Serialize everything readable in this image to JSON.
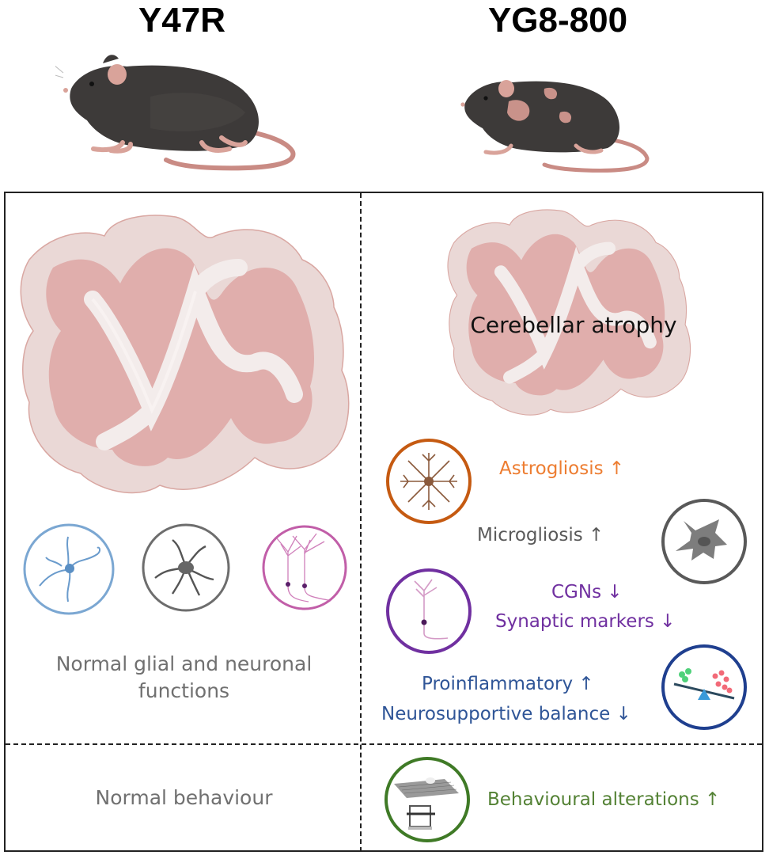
{
  "columns": {
    "left": {
      "title": "Y47R"
    },
    "right": {
      "title": "YG8-800"
    }
  },
  "left_panel": {
    "cell_icons": [
      {
        "name": "astrocyte",
        "color": "#7ba7d2"
      },
      {
        "name": "microglia",
        "color": "#6d6d6d"
      },
      {
        "name": "neurons",
        "color": "#c15ea8"
      }
    ],
    "functions_text_line1": "Normal glial and neuronal",
    "functions_text_line2": "functions",
    "behaviour_text": "Normal behaviour"
  },
  "right_panel": {
    "cerebellum_label": "Cerebellar atrophy",
    "findings": [
      {
        "id": "astrogliosis",
        "text": "Astrogliosis ↑",
        "color": "#ed7d31",
        "icon": "astrocyte",
        "ring": "#c55a11"
      },
      {
        "id": "microgliosis",
        "text": "Microgliosis ↑",
        "color": "#595959",
        "icon": "microglia",
        "ring": "#595959"
      },
      {
        "id": "cgns",
        "text": "CGNs ↓",
        "color": "#7030a0",
        "icon": "neuron",
        "ring": "#7030a0"
      },
      {
        "id": "synaptic",
        "text": "Synaptic markers ↓",
        "color": "#7030a0"
      },
      {
        "id": "proinflammatory",
        "text": "Proinflammatory ↑",
        "color": "#2f5597",
        "icon": "balance-scale",
        "ring": "#1f3f8f"
      },
      {
        "id": "neurosupportive",
        "text": "Neurosupportive balance ↓",
        "color": "#2f5597"
      },
      {
        "id": "behaviour",
        "text": "Behavioural alterations ↑",
        "color": "#548235",
        "icon": "behaviour-apparatus",
        "ring": "#3f7a26"
      }
    ]
  },
  "colors": {
    "cerebellum_outer": "#ead8d6",
    "cerebellum_inner": "#e0aeac",
    "cerebellum_core": "#f3eceb",
    "cerebellum_stroke": "#d9a7a2",
    "mouse_body": "#3d3a39",
    "mouse_skin": "#d9a39a"
  }
}
